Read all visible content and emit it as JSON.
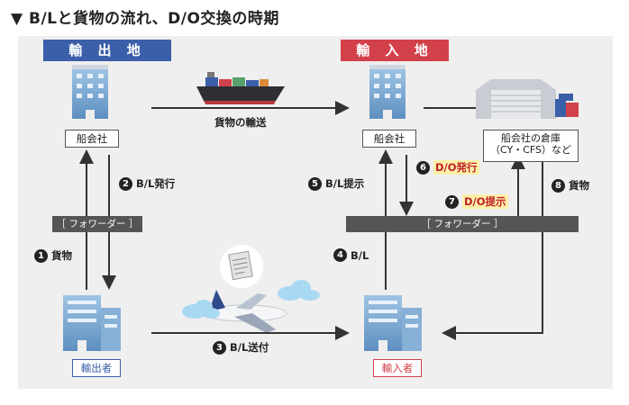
{
  "title": "▼ B/Lと貨物の流れ、D/O交換の時期",
  "regions": {
    "export": "輸 出 地",
    "import": "輸 入 地"
  },
  "nodes": {
    "export_carrier": "船会社",
    "import_carrier": "船会社",
    "shipper": "輸出者",
    "consignee": "輸入者",
    "warehouse_line1": "船会社の倉庫",
    "warehouse_line2": "（CY・CFS）など"
  },
  "forwarder_export": "［ フォワーダー ］",
  "forwarder_import": "［ フォワーダー ］",
  "transport_label": "貨物の輸送",
  "steps": [
    {
      "num": "1",
      "label": "貨物"
    },
    {
      "num": "2",
      "label": "B/L発行"
    },
    {
      "num": "3",
      "label": "B/L送付"
    },
    {
      "num": "4",
      "label": "B/L"
    },
    {
      "num": "5",
      "label": "B/L提示"
    },
    {
      "num": "6",
      "label": "D/O発行"
    },
    {
      "num": "7",
      "label": "D/O提示"
    },
    {
      "num": "8",
      "label": "貨物"
    }
  ],
  "colors": {
    "export": "#3b5fa8",
    "import": "#d2414a",
    "highlight": "#fdf0a8"
  }
}
